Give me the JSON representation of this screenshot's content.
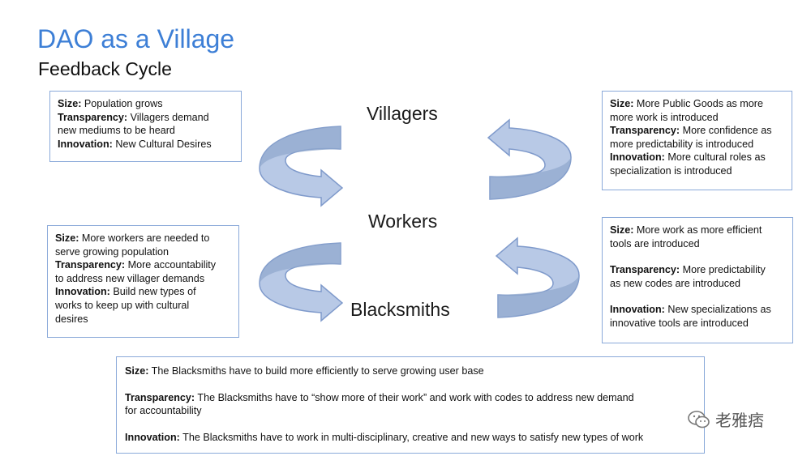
{
  "header": {
    "title": "DAO as a Village",
    "subtitle": "Feedback Cycle"
  },
  "nodes": {
    "villagers": "Villagers",
    "workers": "Workers",
    "blacksmiths": "Blacksmiths"
  },
  "boxes": {
    "top_left": {
      "size_label": "Size:",
      "size_text": " Population grows",
      "transparency_label": "Transparency:",
      "transparency_text_1": " Villagers demand",
      "transparency_text_2": "new mediums to be heard",
      "innovation_label": "Innovation:",
      "innovation_text": " New Cultural Desires"
    },
    "top_right": {
      "size_label": "Size:",
      "size_text_1": " More Public Goods as more",
      "size_text_2": "more work is introduced",
      "transparency_label": "Transparency:",
      "transparency_text_1": " More confidence as",
      "transparency_text_2": "more predictability is introduced",
      "innovation_label": "Innovation:",
      "innovation_text_1": " More cultural roles as",
      "innovation_text_2": "specialization is introduced"
    },
    "mid_left": {
      "size_label": "Size:",
      "size_text_1": " More workers are needed to",
      "size_text_2": "serve growing population",
      "transparency_label": "Transparency:",
      "transparency_text_1": " More accountability",
      "transparency_text_2": "to address new villager demands",
      "innovation_label": "Innovation:",
      "innovation_text_1": " Build new types of",
      "innovation_text_2": "works to keep up with cultural",
      "innovation_text_3": "desires"
    },
    "mid_right": {
      "size_label": "Size:",
      "size_text_1": " More work as more efficient",
      "size_text_2": "tools are introduced",
      "transparency_label": "Transparency:",
      "transparency_text_1": " More predictability",
      "transparency_text_2": "as new codes are introduced",
      "innovation_label": "Innovation:",
      "innovation_text_1": " New specializations as",
      "innovation_text_2": "innovative tools are introduced"
    },
    "bottom": {
      "size_label": "Size:",
      "size_text": " The Blacksmiths have to build more efficiently to serve growing user base",
      "transparency_label": "Transparency:",
      "transparency_text_1": " The Blacksmiths have to “show more of their work” and work with codes to address new demand",
      "transparency_text_2": "for accountability",
      "innovation_label": "Innovation:",
      "innovation_text": " The Blacksmiths have to work in multi-disciplinary, creative and new ways to satisfy new types of work"
    }
  },
  "watermark": {
    "icon": "wechat-icon",
    "text": "老雅痞"
  },
  "colors": {
    "title": "#3d7fd6",
    "box_border": "#8aa9d9",
    "arrow_fill": "#b8c9e6",
    "arrow_shade": "#8fa6cc",
    "arrow_stroke": "#7f9acb"
  }
}
